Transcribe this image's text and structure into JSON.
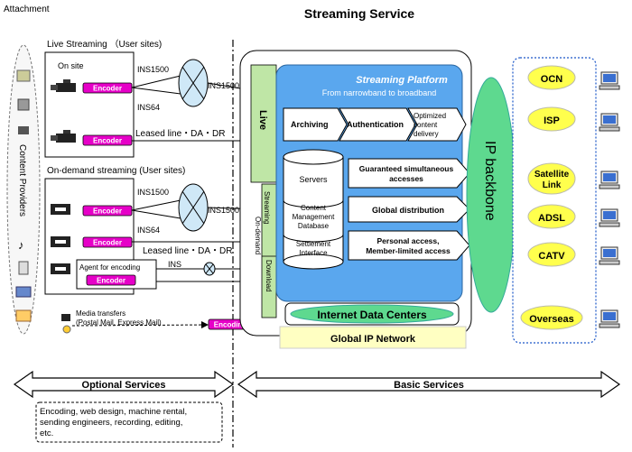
{
  "corner_label": "Attachment",
  "title": "Streaming Service",
  "left_column": {
    "label": "Content Providers"
  },
  "live_streaming": {
    "heading": "Live Streaming （User sites)",
    "on_site": "On site",
    "ins1500": "INS1500",
    "ins1500b": "INS1500",
    "ins64": "INS64",
    "leased": "Leased line・DA・DR"
  },
  "ondemand_streaming": {
    "heading": "On-demand streaming (User sites)",
    "ins1500": "INS1500",
    "ins1500b": "INS1500",
    "ins64": "INS64",
    "leased": "Leased line・DA・DR",
    "agent": "Agent for encoding",
    "ins": "INS",
    "media_transfers": "Media transfers",
    "media_sub": "(Postal Mail, Express Mail)"
  },
  "encoder_label": "Encoder",
  "encoding_label": "Encoding",
  "bars": {
    "live": "Live",
    "streaming": "Streaming",
    "on_demand": "On-demand",
    "download": "Download"
  },
  "platform": {
    "title": "Streaming Platform",
    "subtitle": "From narrowband to broadband",
    "archiving": "Archiving",
    "authentication": "Authentication",
    "optimized_1": "Optimized",
    "optimized_2": "content",
    "optimized_3": "delivery",
    "servers": "Servers",
    "cmdb_1": "Content",
    "cmdb_2": "Management",
    "cmdb_3": "Database",
    "settle_1": "Settlement",
    "settle_2": "Interface",
    "gsa_1": "Guaranteed simultaneous",
    "gsa_2": "accesses",
    "global_dist": "Global distribution",
    "personal_1": "Personal access,",
    "personal_2": "Member-limited access"
  },
  "idc": "Internet Data Centers",
  "gipn": "Global IP Network",
  "backbone": "IP backbone",
  "access": [
    "OCN",
    "ISP",
    "Satellite Link",
    "ADSL",
    "CATV",
    "Overseas"
  ],
  "bottom": {
    "optional": "Optional Services",
    "basic": "Basic Services",
    "note_1": "Encoding, web design, machine rental,",
    "note_2": "sending engineers, recording, editing,",
    "note_3": "etc."
  },
  "colors": {
    "encoder": "#e600c8",
    "platform": "#5aa7ee",
    "bar": "#bfe6a6",
    "backbone": "#5ed98f",
    "gipn": "#ffffc2",
    "access_pill": "#ffff4d"
  }
}
